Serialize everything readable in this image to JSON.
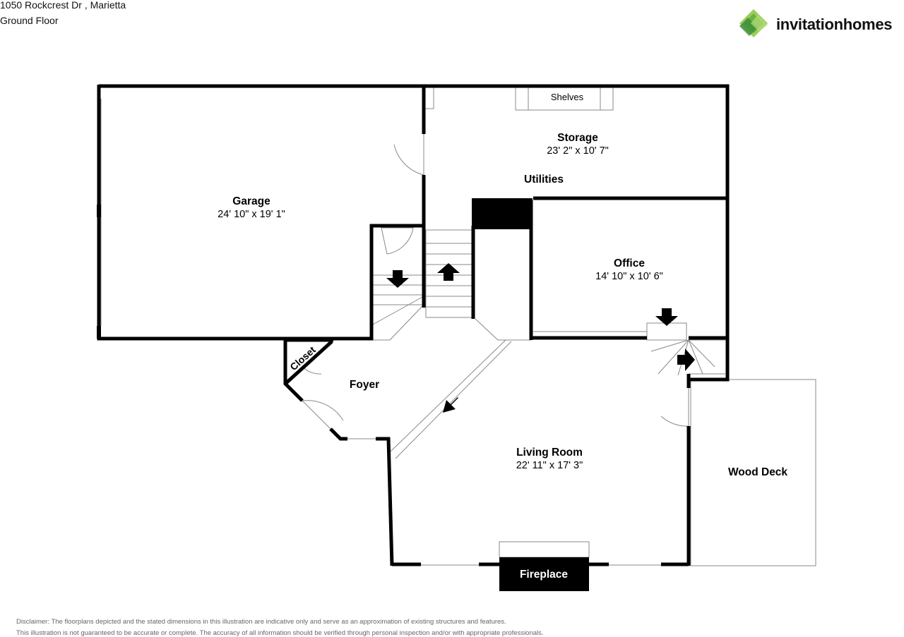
{
  "header": {
    "address": "1050 Rockcrest Dr , Marietta",
    "floor": "Ground Floor"
  },
  "brand": {
    "name": "invitationhomes",
    "colors": {
      "primary": "#6bb33f",
      "secondary": "#9ccc5a",
      "dark": "#3f8f3a"
    }
  },
  "rooms": {
    "garage": {
      "name": "Garage",
      "dims": "24' 10\" x 19' 1\""
    },
    "storage": {
      "name": "Storage",
      "dims": "23' 2\" x 10' 7\""
    },
    "utilities": {
      "name": "Utilities"
    },
    "shelves": {
      "name": "Shelves"
    },
    "office": {
      "name": "Office",
      "dims": "14' 10\" x 10' 6\""
    },
    "closet": {
      "name": "Closet"
    },
    "foyer": {
      "name": "Foyer"
    },
    "living": {
      "name": "Living Room",
      "dims": "22' 11\" x 17' 3\""
    },
    "deck": {
      "name": "Wood Deck"
    },
    "fireplace": {
      "name": "Fireplace"
    }
  },
  "disclaimer": {
    "line1": "Disclaimer: The floorplans depicted and the stated dimensions in this illustration are indicative only and serve as an approximation of existing structures and features.",
    "line2": "This illustration is not guaranteed to be accurate or complete. The accuracy of all information should be verified through personal inspection and/or with appropriate professionals."
  }
}
